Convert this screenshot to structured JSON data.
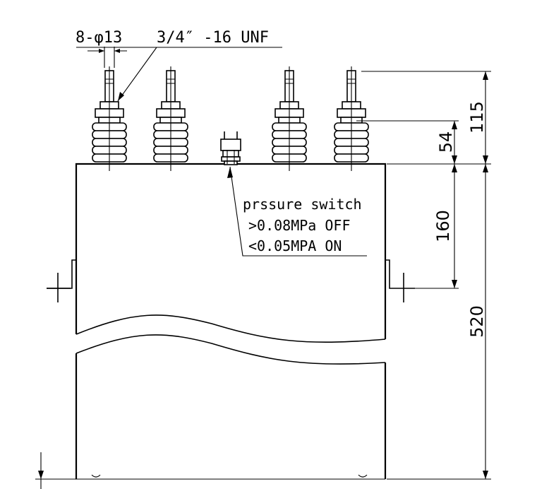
{
  "callout": {
    "holes": "8-φ13",
    "thread": "3/4″ -16 UNF"
  },
  "pressure_switch_note": {
    "title": "prssure switch",
    "off_condition": ">0.08MPa OFF",
    "on_condition": "<0.05MPA ON"
  },
  "dimensions": {
    "terminal_height": "115",
    "bushing_height": "54",
    "bracket_offset": "160",
    "body_height": "520"
  }
}
